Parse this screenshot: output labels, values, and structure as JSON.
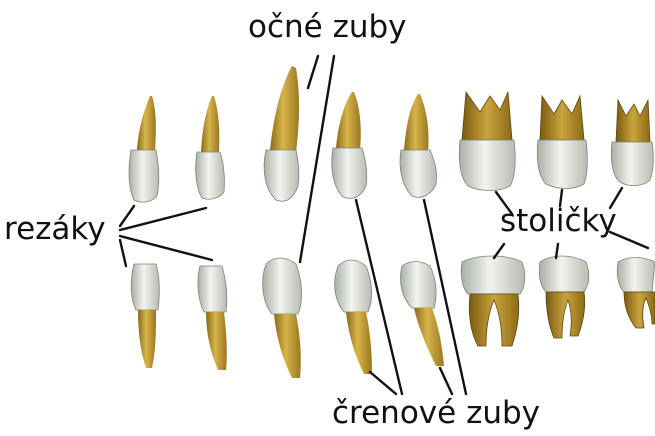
{
  "diagram": {
    "labels": {
      "canines": "očné zuby",
      "incisors": "rezáky",
      "molars": "stoličky",
      "premolars": "črenové zuby"
    },
    "colors": {
      "root": "#c9a23a",
      "root_dark": "#8a6a1a",
      "crown": "#e9ece6",
      "crown_shade": "#aab0a6",
      "leader_line": "#111111"
    }
  }
}
